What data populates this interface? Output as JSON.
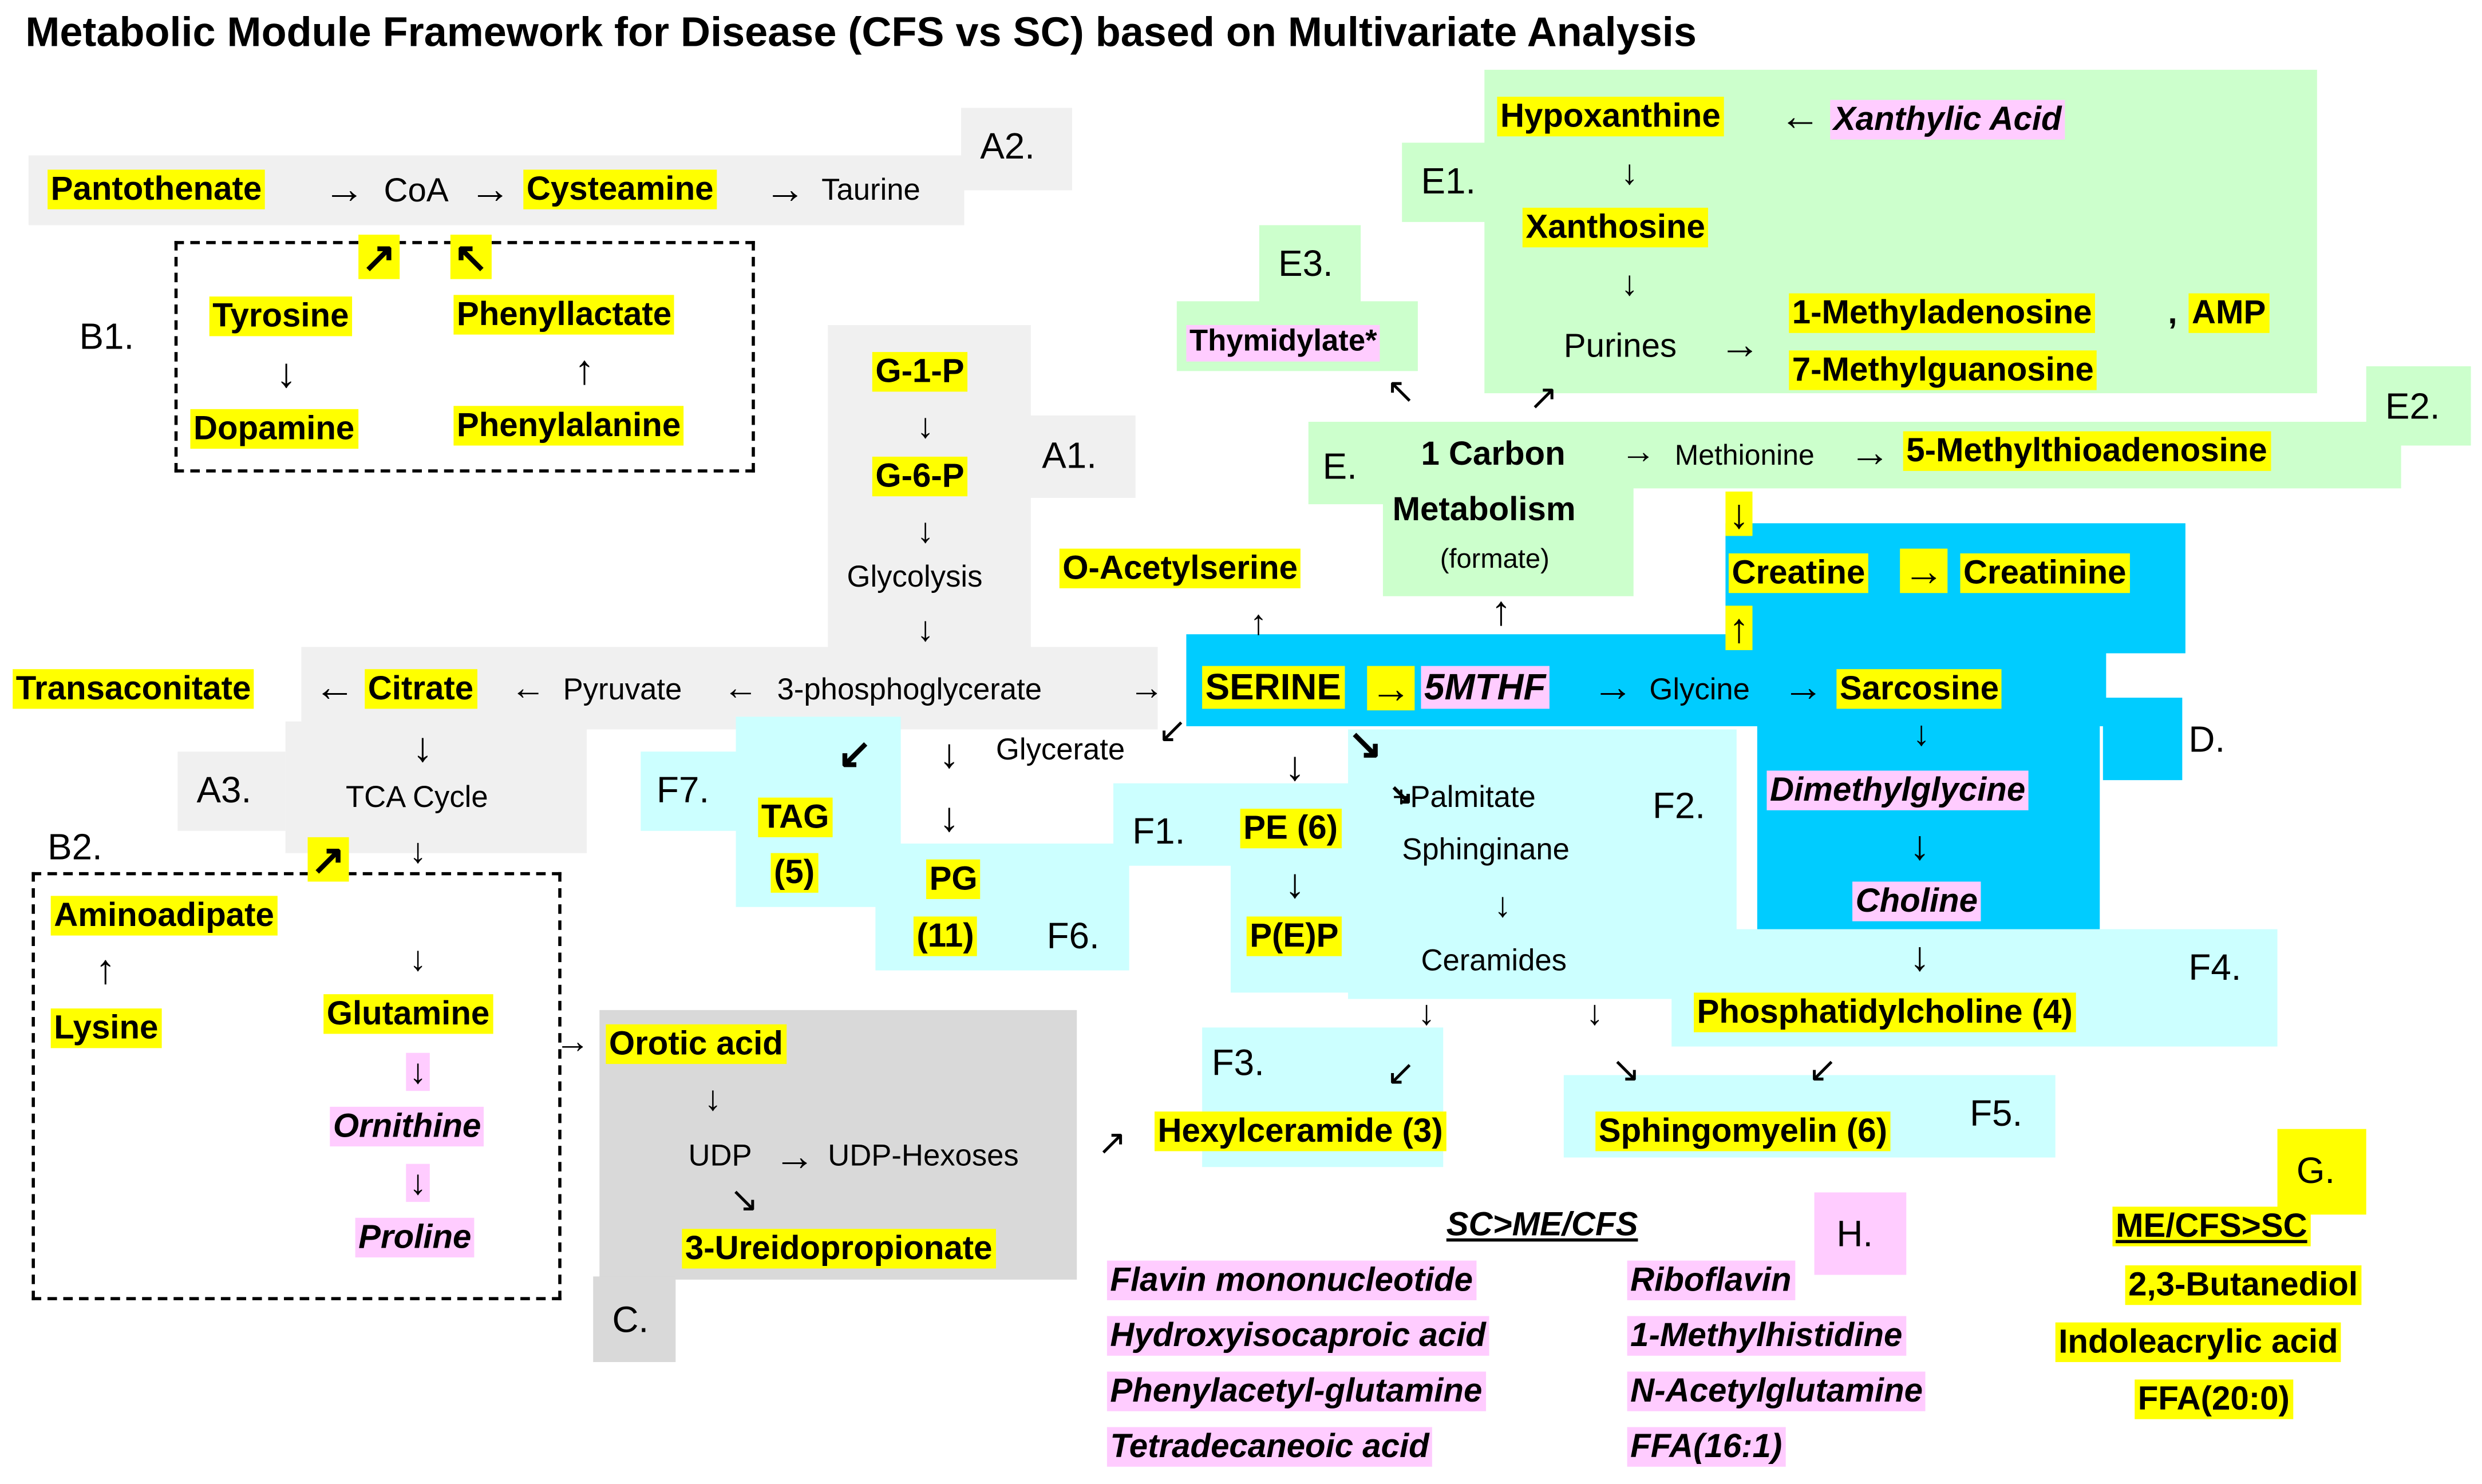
{
  "title": "Metabolic Module Framework for Disease (CFS vs SC) based on Multivariate Analysis",
  "colors": {
    "significant_up": "#ffff00",
    "significant_down": "#ffccff",
    "module_A": "#f0f0f0",
    "module_C": "#d9d9d9",
    "module_D": "#00ccff",
    "module_E": "#ccffcc",
    "module_F": "#ccffff"
  },
  "modules": {
    "A1": "A1.",
    "A2": "A2.",
    "A3": "A3.",
    "B1": "B1.",
    "B2": "B2.",
    "C": "C.",
    "D": "D.",
    "E": "E.",
    "E1": "E1.",
    "E2": "E2.",
    "E3": "E3.",
    "F1": "F1.",
    "F2": "F2.",
    "F3": "F3.",
    "F4": "F4.",
    "F5": "F5.",
    "F6": "F6.",
    "F7": "F7.",
    "G": "G.",
    "H": "H."
  },
  "metabolites": {
    "pantothenate": "Pantothenate",
    "coa": "CoA",
    "cysteamine": "Cysteamine",
    "taurine": "Taurine",
    "tyrosine": "Tyrosine",
    "dopamine": "Dopamine",
    "phenyllactate": "Phenyllactate",
    "phenylalanine": "Phenylalanine",
    "g1p": "G-1-P",
    "g6p": "G-6-P",
    "glycolysis": "Glycolysis",
    "transaconitate": "Transaconitate",
    "citrate": "Citrate",
    "pyruvate": "Pyruvate",
    "phosphoglycerate": "3-phosphoglycerate",
    "tca": "TCA Cycle",
    "aminoadipate": "Aminoadipate",
    "lysine": "Lysine",
    "glutamine": "Glutamine",
    "ornithine": "Ornithine",
    "proline": "Proline",
    "orotic": "Orotic acid",
    "udp": "UDP",
    "udphex": "UDP-Hexoses",
    "ureido": "3-Ureidopropionate",
    "hypoxanthine": "Hypoxanthine",
    "xanthylic": "Xanthylic Acid",
    "xanthosine": "Xanthosine",
    "purines": "Purines",
    "methyladenosine": "1-Methyladenosine",
    "amp": "AMP",
    "methylguanosine": "7-Methylguanosine",
    "thymidylate": "Thymidylate*",
    "one_carbon_1": "1 Carbon",
    "one_carbon_2": "Metabolism",
    "formate": "(formate)",
    "methionine": "Methionine",
    "mta": "5-Methylthioadenosine",
    "oacetylserine": "O-Acetylserine",
    "creatine": "Creatine",
    "creatinine": "Creatinine",
    "serine": "SERINE",
    "mthf": "5MTHF",
    "glycine": "Glycine",
    "sarcosine": "Sarcosine",
    "glycerate": "Glycerate",
    "dimethylglycine": "Dimethylglycine",
    "choline": "Choline",
    "tag": "TAG",
    "tag_n": "(5)",
    "pg": "PG",
    "pg_n": "(11)",
    "pe": "PE (6)",
    "pep": "P(E)P",
    "palmitate": "+Palmitate",
    "sphinginane": "Sphinginane",
    "ceramides": "Ceramides",
    "pc": "Phosphatidylcholine (4)",
    "hexylceramide": "Hexylceramide (3)",
    "sphingomyelin": "Sphingomyelin (6)"
  },
  "groupH": {
    "header": "SC>ME/CFS",
    "left": [
      "Flavin mononucleotide",
      "Hydroxyisocaproic acid",
      "Phenylacetyl-glutamine",
      "Tetradecaneoic acid"
    ],
    "right": [
      "Riboflavin",
      "1-Methylhistidine",
      "N-Acetylglutamine",
      "FFA(16:1)"
    ]
  },
  "groupG": {
    "header": "ME/CFS>SC",
    "items": [
      "2,3-Butanediol",
      "Indoleacrylic acid",
      "FFA(20:0)"
    ]
  }
}
